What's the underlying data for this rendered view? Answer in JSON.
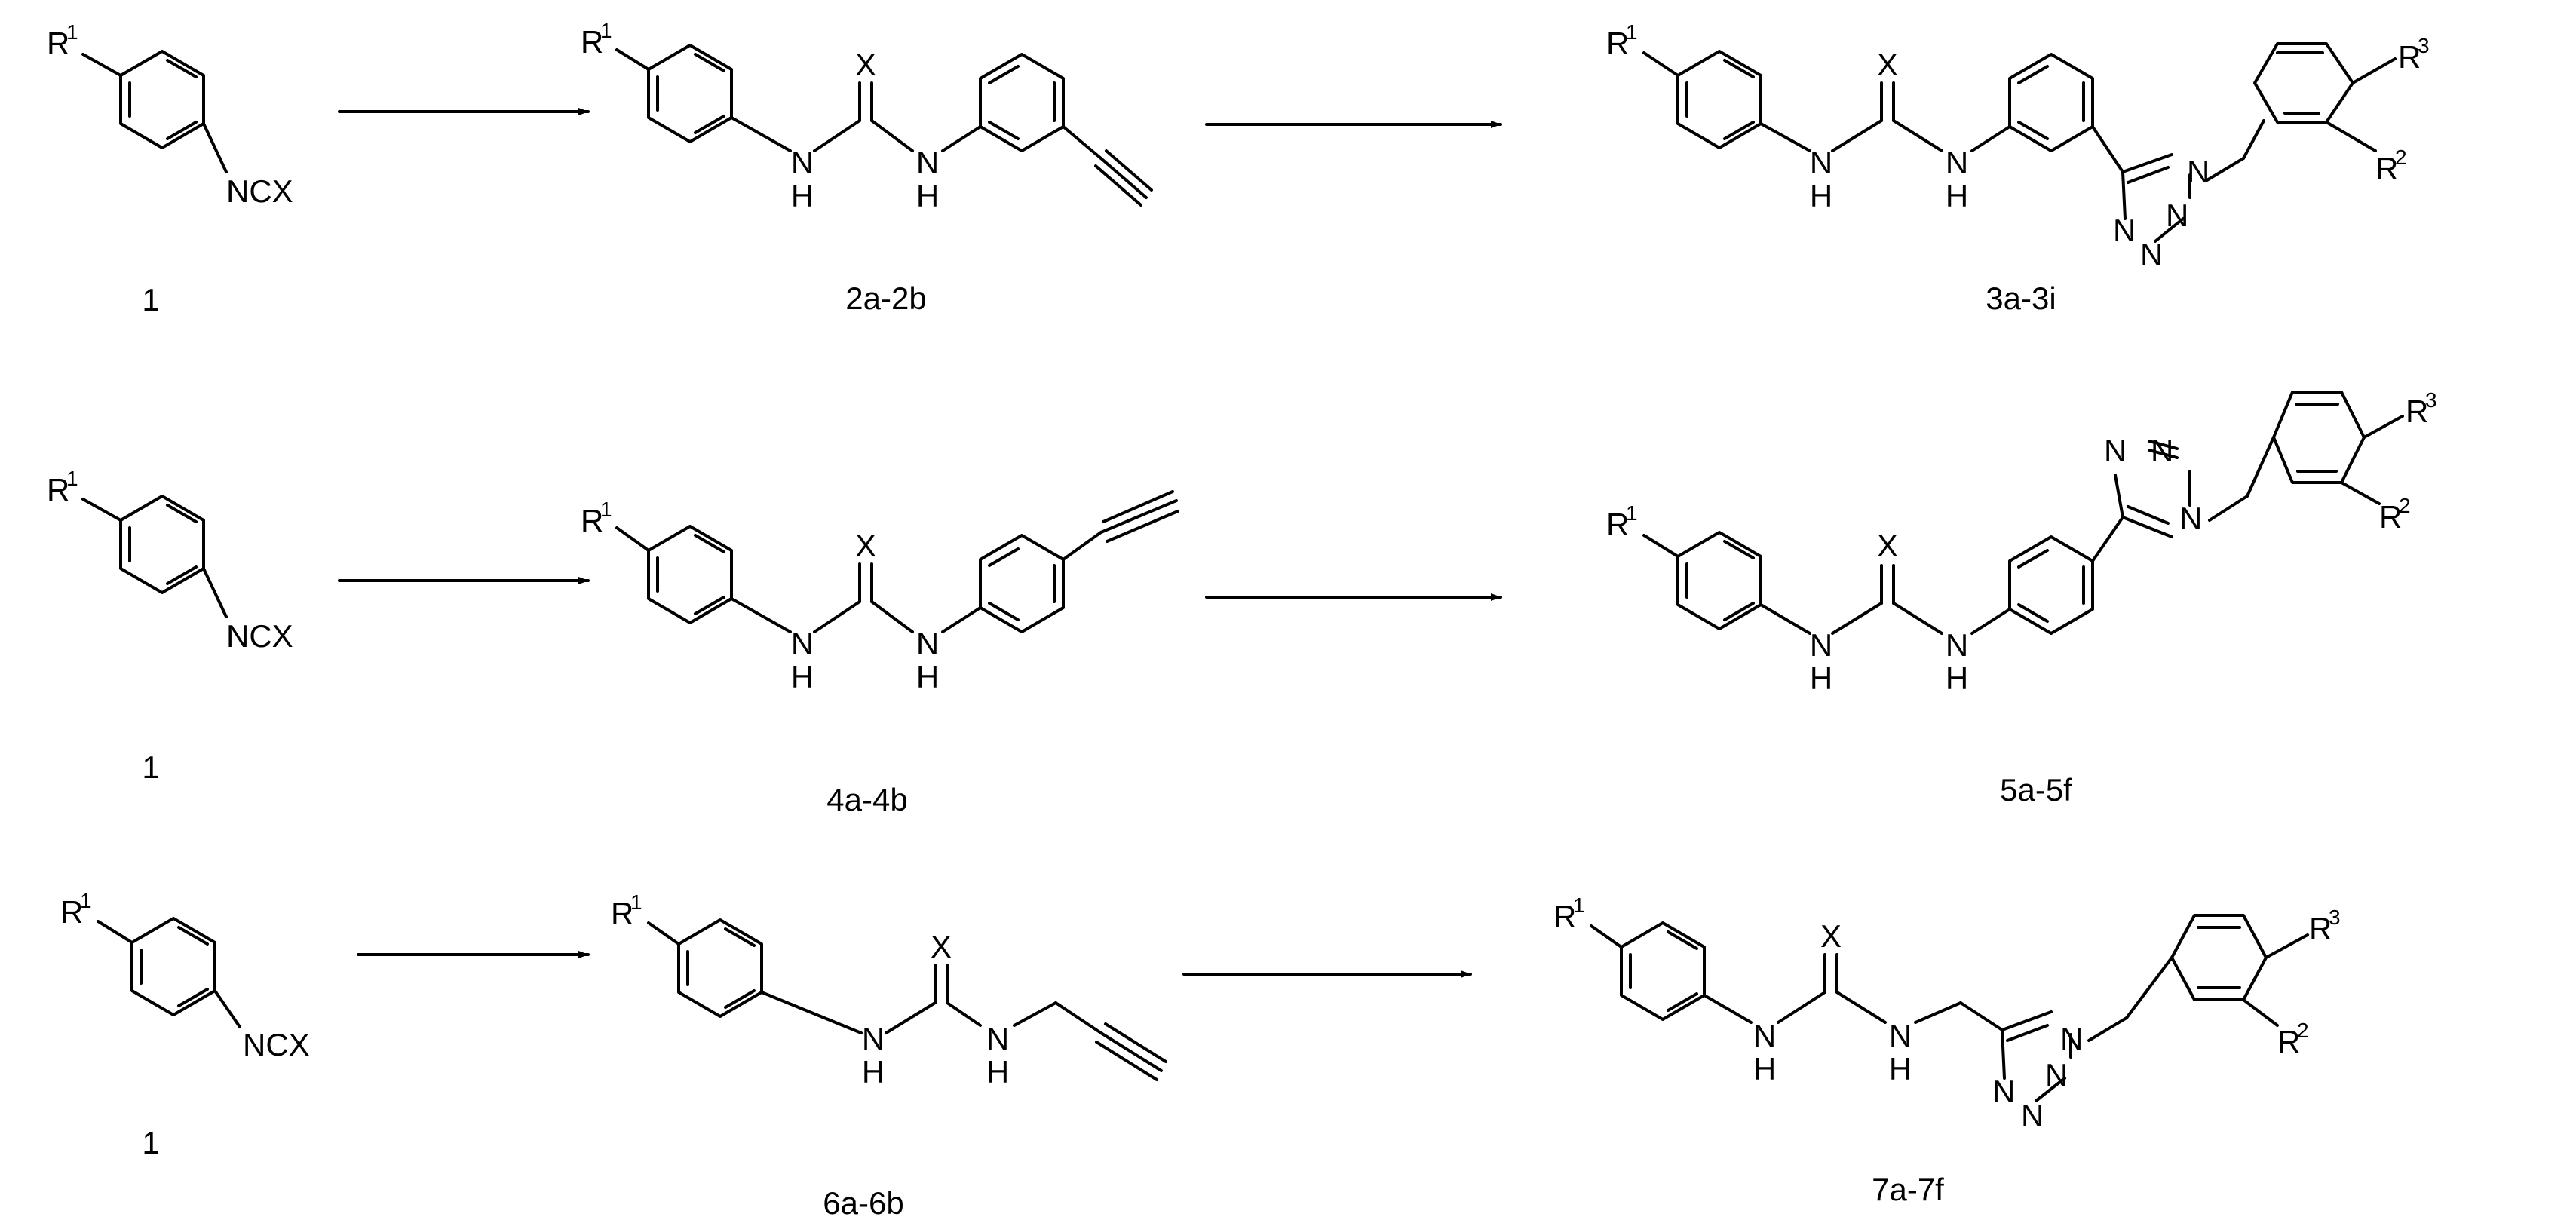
{
  "scheme": {
    "rows": [
      {
        "reactant_label": "1",
        "intermediate_label": "2a-2b",
        "product_label": "3a-3i"
      },
      {
        "reactant_label": "1",
        "intermediate_label": "4a-4b",
        "product_label": "5a-5f"
      },
      {
        "reactant_label": "1",
        "intermediate_label": "6a-6b",
        "product_label": "7a-7f"
      }
    ]
  },
  "atoms": {
    "R": "R",
    "sup1": "1",
    "sup2": "2",
    "sup3": "3",
    "ncx": "NCX",
    "x": "X",
    "nh_n": "N",
    "nh_h": "H",
    "n": "N"
  }
}
